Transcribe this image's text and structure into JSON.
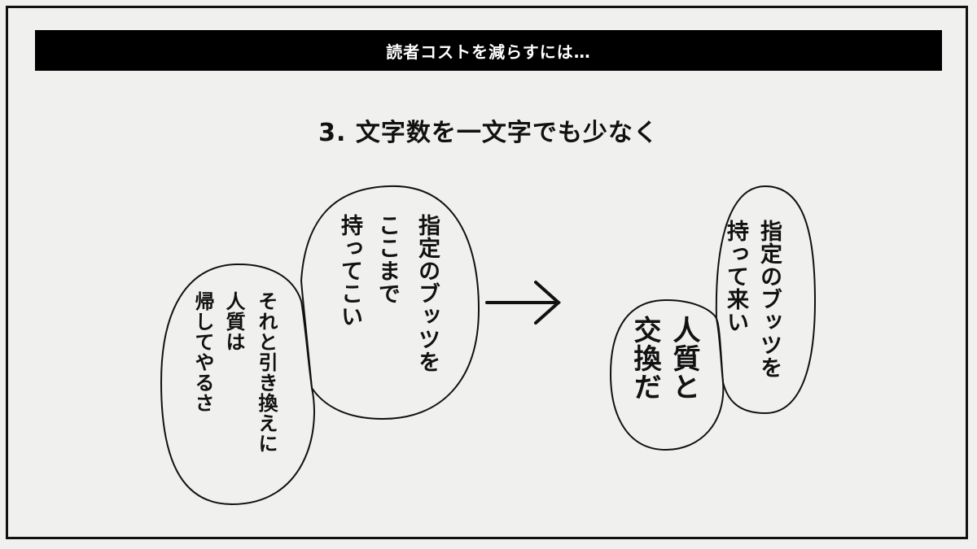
{
  "header": {
    "title": "読者コストを減らすには…"
  },
  "slide": {
    "heading": "3. 文字数を一文字でも少なく"
  },
  "before": {
    "bubble_main": [
      "指定のブッツを",
      "ここまで",
      "持ってこい"
    ],
    "bubble_sub": [
      "それと引き換えに",
      "人質は",
      "帰してやるさ"
    ]
  },
  "after": {
    "bubble_main": [
      "指定のブッツを",
      "持って来い"
    ],
    "bubble_sub": [
      "人質と",
      "交換だ"
    ]
  },
  "arrow_icon": "arrow-right-icon"
}
